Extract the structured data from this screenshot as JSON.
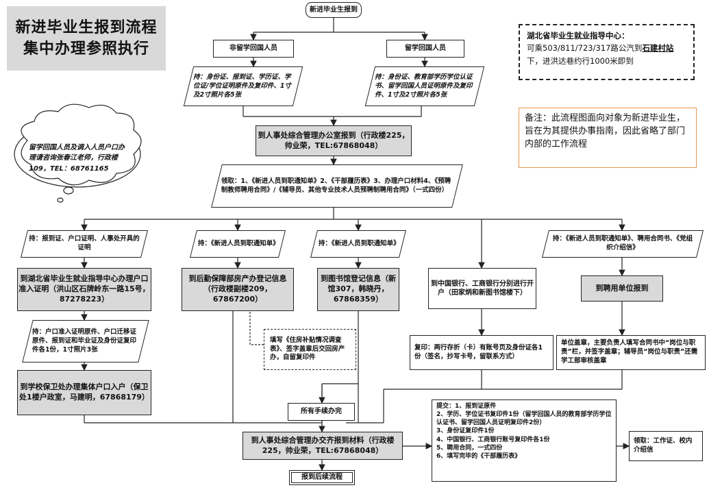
{
  "title": {
    "line1": "新进毕业生报到流程",
    "line2": "集中办理参照执行"
  },
  "info_box": {
    "line1": "湖北省毕业生就业指导中心：",
    "line2_prefix": "可乘503/811/723/317路公汽到",
    "line2_stop": "石建村站",
    "line3": "下，进洪达巷约行1000米即到"
  },
  "remark": "备注：此流程图面向对象为新进毕业生，旨在为其提供办事指南，因此省略了部门内部的工作流程",
  "cloud": "留学回国人员及调入人员户口办理请咨询张春江老师，行政楼109，TEL：68761165",
  "nodes": {
    "start": "新进毕业生报到",
    "domestic": "非留学回国人员",
    "overseas": "留学回国人员",
    "domestic_docs": "持：身份证、报到证、学历证、学位证/学位证明原件及复印件、1寸及2寸照片各5张",
    "overseas_docs": "持：身份证、教育部学历学位认证书、留学回国人员证明原件及复印件、1寸及2寸照片各5张",
    "hr_office": "到人事处综合管理办公室报到（行政楼225，帅业荣，TEL:67868048）",
    "receive": "领取：1、《新进人员到职通知单》2、《干部履历表》3、办理户口材料4、《预聘制教师聘用合同》/《辅导员、其他专业技术人员预聘制聘用合同》（一式四份）",
    "col1_docs": "持：报到证、户口证明、人事处开具的证明",
    "col2_docs": "持：《新进人员到职通知单》",
    "col3_docs": "持：《新进人员到职通知单》",
    "col5_docs": "持：《新进人员到职通知单》、聘用合同书、《党组织介绍信》",
    "col1_center": "到湖北省毕业生就业指导中心办理户口准入证明（洪山区石牌岭东一路15号，87278223）",
    "col2_logistics": "到后勤保障部房产办登记信息（行政楼副楼209，67867200）",
    "col3_library": "到图书馆登记信息（新馆307，韩晓丹，67868359）",
    "col4_bank": "到中国银行、工商银行分别进行开户（田家炳和新图书馆楼下）",
    "col5_unit": "到聘用单位报到",
    "col1_docs2": "持：户口准入证明原件、户口迁移证原件、报到证和毕业证及身份证复印件各1份，1寸照片3张",
    "col2_note": "填写《住房补贴情况调查表》、签字盖章后交回房产办，自留复印件",
    "col4_copy": "复印：两行存折（卡）有账号页及身份证各1份（签名，抄写卡号，留联系方式）",
    "col5_sign": "单位盖章，主要负责人填写合同书中“岗位与职责”栏，并签字盖章；辅导员“岗位与职责”还需学工部审核盖章",
    "col1_security": "到学校保卫处办理集体户口入户（保卫处1楼户政室，马建明，67868179）",
    "all_done": "所有手续办完",
    "submit_hr": "到人事处综合管理办交齐报到材料（行政楼225，帅业荣，TEL:67868048）",
    "next": "报到后续流程",
    "submit_list": [
      "提交：1、报到证原件",
      "2、学历、学位证书复印件1份（留学回国人员的教育部学历学位认证书、留学回国人员证明复印件2份）",
      "3、身份证复印件1份",
      "4、中国银行、工商银行账号复印件各1份",
      "5、聘用合同，一式四份",
      "6、填写完毕的《干部履历表》"
    ],
    "receive_final": "领取：工作证、校内介绍信"
  }
}
